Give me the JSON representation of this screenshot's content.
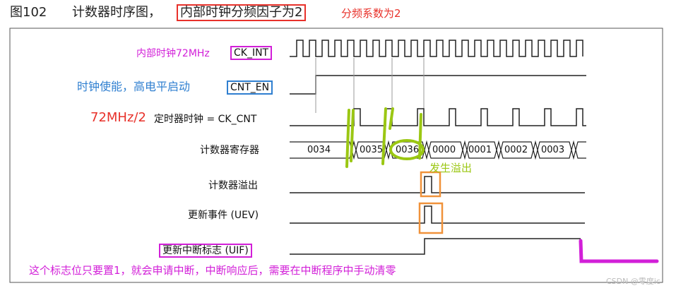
{
  "figure": {
    "number": "图102",
    "caption": "计数器时序图，",
    "caption_highlight": "内部时钟分频因子为2",
    "note_divider": "分频系数为2"
  },
  "signals": {
    "ck_int": "CK_INT",
    "ck_int_note": "内部时钟72MHz",
    "cnt_en": "CNT_EN",
    "cnt_en_note": "时钟使能，高电平启动",
    "ck_cnt": "定时器时钟 = CK_CNT",
    "ck_cnt_note": "72MHz/2",
    "counter_register": "计数器寄存器",
    "counter_overflow": "计数器溢出",
    "overflow_note": "发生溢出",
    "uev": "更新事件 (UEV)",
    "uif": "更新中断标志 (UIF)"
  },
  "counter_values": [
    "0034",
    "0035",
    "0036",
    "0000",
    "0001",
    "0002",
    "0003"
  ],
  "bottom_note": "这个标志位只要置1，就会申请中断，中断响应后，需要在中断程序中手动清零",
  "watermark": "CSDN @零度ic",
  "colors": {
    "red": "#e8312a",
    "magenta": "#d21fd8",
    "blue": "#2f7fd0",
    "green": "#9bc713",
    "orange": "#f0923a",
    "line": "#222222"
  }
}
